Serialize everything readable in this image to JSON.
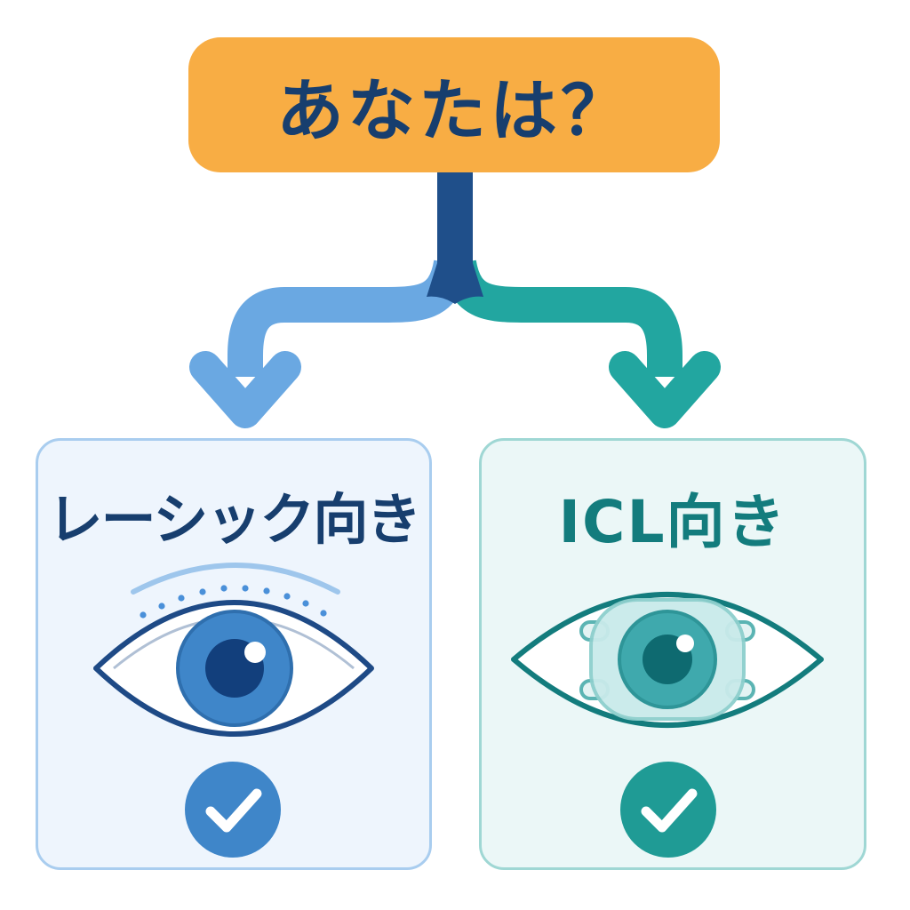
{
  "question": {
    "text": "あなたは？"
  },
  "options": [
    {
      "title": "レーシック向き",
      "eye_style": "laser-treated eye",
      "check": "check-mark"
    },
    {
      "title": "ICL向き",
      "eye_style": "eye with implantable lens",
      "check": "check-mark"
    }
  ],
  "colors": {
    "question_fill": "#f8ad44",
    "question_text": "#173e6e",
    "stem": "#1f4f8a",
    "lasik_arrow": "#6aa8e2",
    "icl_arrow": "#22a6a0",
    "lasik_card_fill": "#eef5fd",
    "lasik_card_border": "#a9cdef",
    "icl_card_fill": "#ebf7f7",
    "icl_card_border": "#9fd7d4",
    "lasik_eye_outline": "#1e4a86",
    "lasik_iris": "#3f86c9",
    "lasik_pupil": "#123f7c",
    "icl_eye_outline": "#137c7d",
    "icl_iris": "#3fa9ad",
    "icl_pupil": "#0e6a70",
    "lasik_check": "#3f86c9",
    "icl_check": "#1f9b95"
  }
}
